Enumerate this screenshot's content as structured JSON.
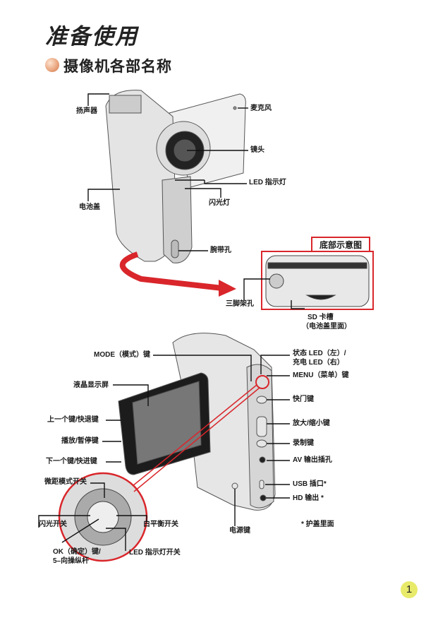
{
  "title": "准备使用",
  "subtitle": "摄像机各部名称",
  "page_number": "1",
  "top_view": {
    "speaker": "扬声器",
    "microphone": "麦克风",
    "lens": "镜头",
    "led_indicator": "LED  指示灯",
    "flash": "闪光灯",
    "battery_cover": "电池盖",
    "strap_hole": "腕带孔",
    "bottom_view_title": "底部示意图",
    "tripod_hole": "三脚架孔",
    "sd_slot": "SD  卡槽",
    "sd_slot_note": "（电池盖里面）"
  },
  "rear_view": {
    "mode_key": "MODE（模式）键",
    "lcd": "液晶显示屏",
    "prev_key": "上一个键/快退键",
    "play_pause_key": "播放/暂停键",
    "next_key": "下一个键/快进键",
    "macro_switch": "微距模式开关",
    "flash_switch": "闪光开关",
    "wb_switch": "白平衡开关",
    "ok_key": "OK（确定）键/",
    "joystick": "5–向操纵杆",
    "led_switch": "LED  指示灯开关",
    "power_key": "电源键",
    "status_led": "状态  LED（左）/",
    "charge_led": "充电  LED（右）",
    "menu_key": "MENU（菜单）键",
    "shutter_key": "快门键",
    "zoom_key": "放大/缩小键",
    "record_key": "录制键",
    "av_out": "AV 输出插孔",
    "usb_port": "USB  插口*",
    "hd_out": "HD 输出  *",
    "cover_note": "*  护盖里面"
  },
  "colors": {
    "accent_red": "#d9262b",
    "page_badge": "#e8ea6a"
  }
}
